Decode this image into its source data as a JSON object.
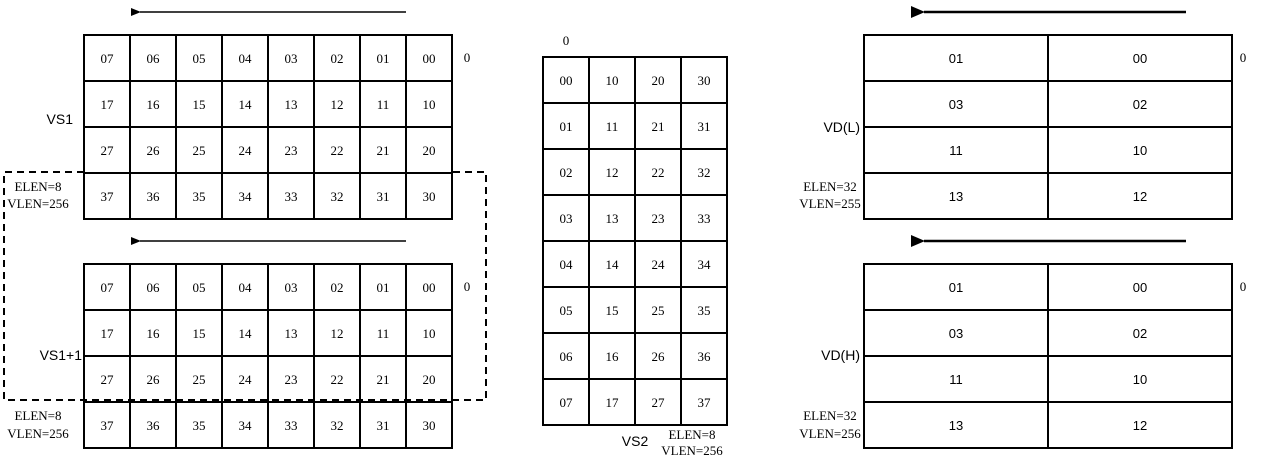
{
  "vs1": {
    "label": "VS1",
    "row_index": "0",
    "elen": "ELEN=8",
    "vlen": "VLEN=256",
    "rows": [
      [
        "07",
        "06",
        "05",
        "04",
        "03",
        "02",
        "01",
        "00"
      ],
      [
        "17",
        "16",
        "15",
        "14",
        "13",
        "12",
        "11",
        "10"
      ],
      [
        "27",
        "26",
        "25",
        "24",
        "23",
        "22",
        "21",
        "20"
      ],
      [
        "37",
        "36",
        "35",
        "34",
        "33",
        "32",
        "31",
        "30"
      ]
    ]
  },
  "vs1p1": {
    "label": "VS1+1",
    "row_index": "0",
    "elen": "ELEN=8",
    "vlen": "VLEN=256",
    "rows": [
      [
        "07",
        "06",
        "05",
        "04",
        "03",
        "02",
        "01",
        "00"
      ],
      [
        "17",
        "16",
        "15",
        "14",
        "13",
        "12",
        "11",
        "10"
      ],
      [
        "27",
        "26",
        "25",
        "24",
        "23",
        "22",
        "21",
        "20"
      ],
      [
        "37",
        "36",
        "35",
        "34",
        "33",
        "32",
        "31",
        "30"
      ]
    ]
  },
  "vs2": {
    "label": "VS2",
    "col_index": "0",
    "elen": "ELEN=8",
    "vlen": "VLEN=256",
    "rows": [
      [
        "00",
        "10",
        "20",
        "30"
      ],
      [
        "01",
        "11",
        "21",
        "31"
      ],
      [
        "02",
        "12",
        "22",
        "32"
      ],
      [
        "03",
        "13",
        "23",
        "33"
      ],
      [
        "04",
        "14",
        "24",
        "34"
      ],
      [
        "05",
        "15",
        "25",
        "35"
      ],
      [
        "06",
        "16",
        "26",
        "36"
      ],
      [
        "07",
        "17",
        "27",
        "37"
      ]
    ]
  },
  "vdl": {
    "label": "VD(L)",
    "row_index": "0",
    "elen": "ELEN=32",
    "vlen": "VLEN=255",
    "rows": [
      [
        "01",
        "00"
      ],
      [
        "03",
        "02"
      ],
      [
        "11",
        "10"
      ],
      [
        "13",
        "12"
      ]
    ]
  },
  "vdh": {
    "label": "VD(H)",
    "row_index": "0",
    "elen": "ELEN=32",
    "vlen": "VLEN=256",
    "rows": [
      [
        "01",
        "00"
      ],
      [
        "03",
        "02"
      ],
      [
        "11",
        "10"
      ],
      [
        "13",
        "12"
      ]
    ]
  }
}
